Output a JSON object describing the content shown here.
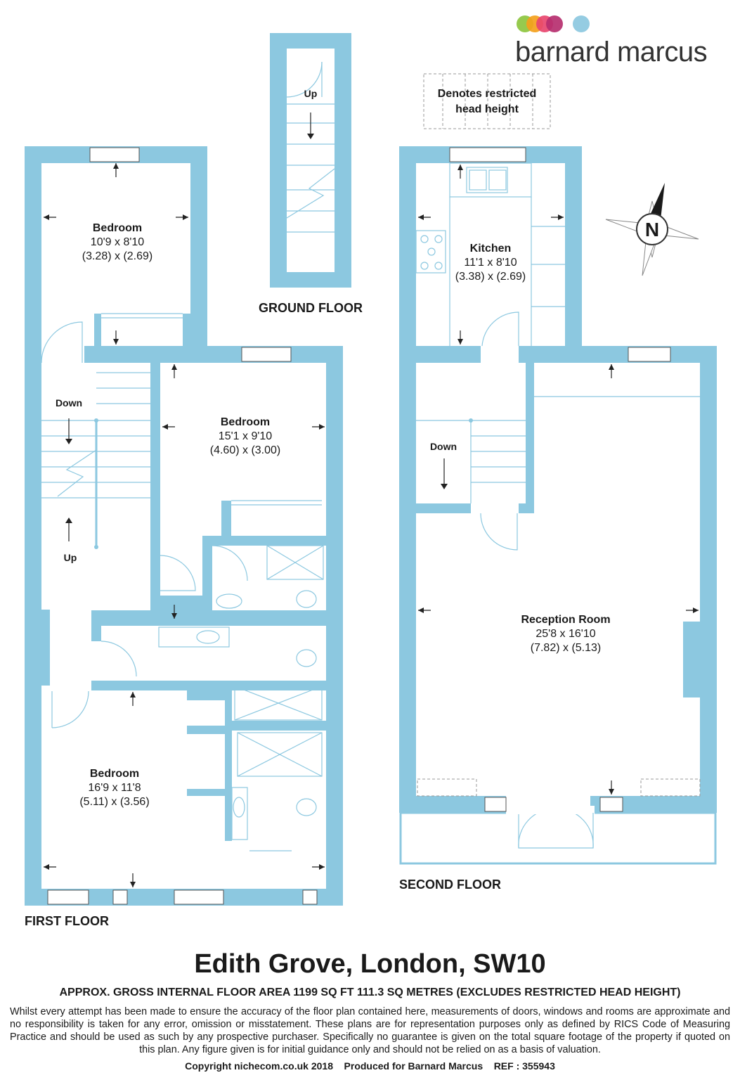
{
  "brand": {
    "name": "barnard marcus",
    "dot_colors": [
      "#8dc63f",
      "#f4a11c",
      "#e8476f",
      "#b62f6f",
      "#8cc8e0"
    ]
  },
  "legend": {
    "restricted_line1": "Denotes restricted",
    "restricted_line2": "head height"
  },
  "floors": {
    "ground": "GROUND FLOOR",
    "first": "FIRST FLOOR",
    "second": "SECOND FLOOR"
  },
  "rooms": {
    "bedroom_top": {
      "name": "Bedroom",
      "imperial": "10'9 x 8'10",
      "metric": "(3.28) x (2.69)"
    },
    "bedroom_mid": {
      "name": "Bedroom",
      "imperial": "15'1 x 9'10",
      "metric": "(4.60) x (3.00)"
    },
    "bedroom_bottom": {
      "name": "Bedroom",
      "imperial": "16'9 x 11'8",
      "metric": "(5.11) x (3.56)"
    },
    "kitchen": {
      "name": "Kitchen",
      "imperial": "11'1 x 8'10",
      "metric": "(3.38) x (2.69)"
    },
    "reception": {
      "name": "Reception Room",
      "imperial": "25'8 x 16'10",
      "metric": "(7.82) x (5.13)"
    }
  },
  "stairs": {
    "ground_up": "Up",
    "first_down": "Down",
    "first_up": "Up",
    "second_down": "Down"
  },
  "compass": {
    "label": "N"
  },
  "footer": {
    "address": "Edith Grove, London, SW10",
    "area": "APPROX. GROSS INTERNAL FLOOR AREA 1199 SQ FT 111.3 SQ METRES (EXCLUDES RESTRICTED HEAD HEIGHT)",
    "disclaimer": "Whilst every attempt has been made to ensure the accuracy of the floor plan contained here, measurements of doors, windows and rooms are approximate and no responsibility is taken for any error, omission or misstatement. These plans are for representation purposes only as defined by RICS Code of Measuring Practice and should be used as such by any prospective purchaser.  Specifically no guarantee is given on the total square footage of the property if quoted on this plan. Any figure given is for initial guidance only and should not be relied on as a basis of valuation.",
    "copyright": "Copyright nichecom.co.uk 2018    Produced for Barnard Marcus    REF : 355943"
  }
}
